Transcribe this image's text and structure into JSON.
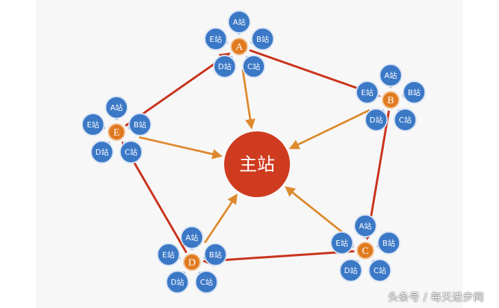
{
  "main_site": {
    "label": "主站"
  },
  "hubs": [
    {
      "id": "A",
      "letter": "A",
      "sub_sites": [
        "A站",
        "B站",
        "C站",
        "D站",
        "E站"
      ]
    },
    {
      "id": "B",
      "letter": "B",
      "sub_sites": [
        "A站",
        "B站",
        "C站",
        "D站",
        "E站"
      ]
    },
    {
      "id": "C",
      "letter": "C",
      "sub_sites": [
        "A站",
        "B站",
        "C站",
        "D站",
        "E站"
      ]
    },
    {
      "id": "D",
      "letter": "D",
      "sub_sites": [
        "A站",
        "B站",
        "C站",
        "D站",
        "E站"
      ]
    },
    {
      "id": "E",
      "letter": "E",
      "sub_sites": [
        "A站",
        "B站",
        "C站",
        "D站",
        "E站"
      ]
    }
  ],
  "ring_links": [
    [
      "E",
      "A"
    ],
    [
      "A",
      "B"
    ],
    [
      "B",
      "C"
    ],
    [
      "C",
      "D"
    ],
    [
      "D",
      "E"
    ]
  ],
  "watermark": "头条号 / 每天进步网",
  "colors": {
    "main": "#cf3b1f",
    "hub": "#e07a1f",
    "sub_site": "#3b78c6",
    "ring_arrow": "#c9341d",
    "spoke_arrow": "#dd8a2e",
    "mini_arrow": "#a9c3e6"
  }
}
